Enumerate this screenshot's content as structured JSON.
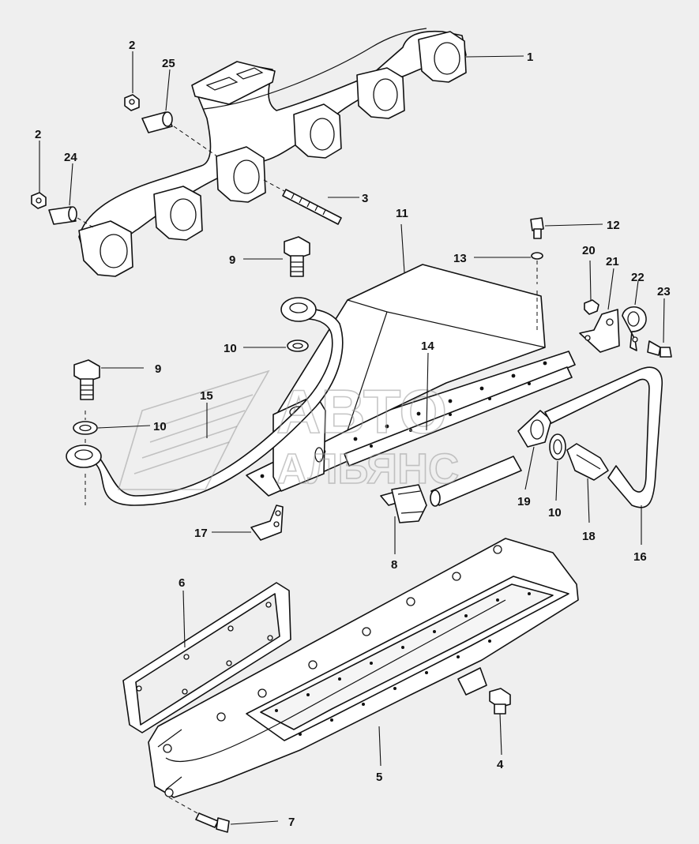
{
  "watermark": {
    "line1": "АВТО",
    "line2": "АЛЬЯНС"
  },
  "callouts": {
    "c1": "1",
    "c2a": "2",
    "c2b": "2",
    "c3": "3",
    "c4": "4",
    "c5": "5",
    "c6": "6",
    "c7": "7",
    "c8": "8",
    "c9a": "9",
    "c9b": "9",
    "c10a": "10",
    "c10b": "10",
    "c10c": "10",
    "c11": "11",
    "c12": "12",
    "c13": "13",
    "c14": "14",
    "c15": "15",
    "c16": "16",
    "c17": "17",
    "c18": "18",
    "c19": "19",
    "c20": "20",
    "c21": "21",
    "c22": "22",
    "c23": "23",
    "c24": "24",
    "c25": "25"
  }
}
